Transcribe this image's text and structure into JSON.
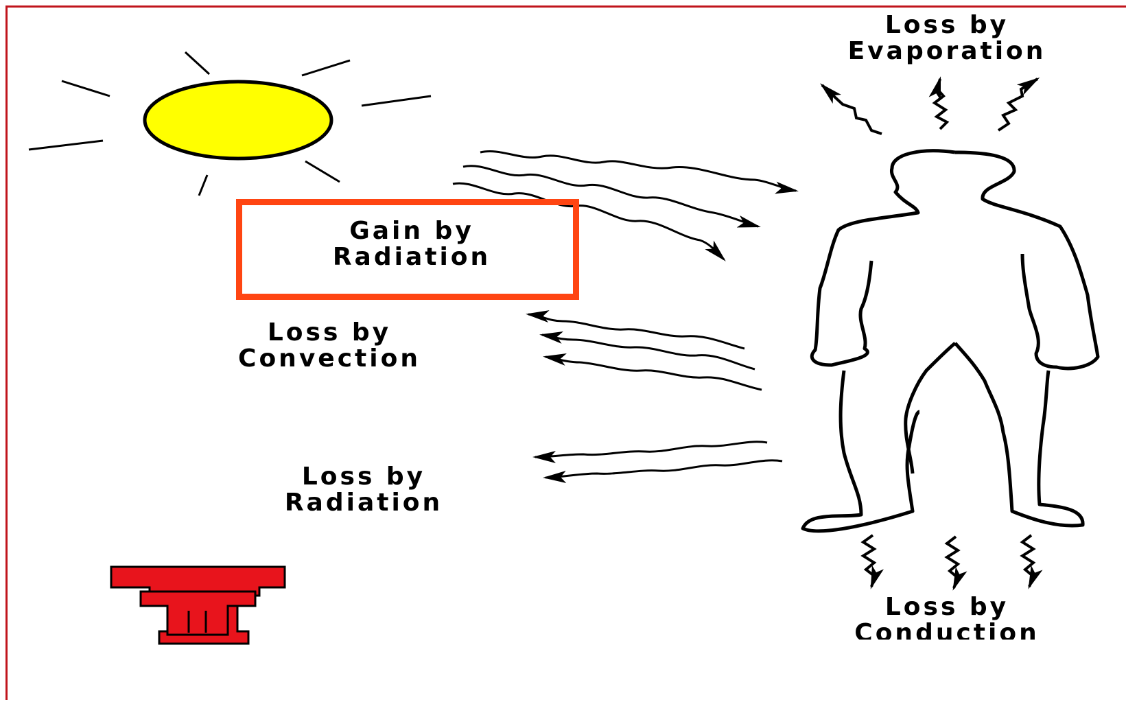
{
  "labels": {
    "evaporation": {
      "line1": "Loss by",
      "line2": "Evaporation"
    },
    "gain_radiation": {
      "line1": "Gain by",
      "line2": "Radiation"
    },
    "convection": {
      "line1": "Loss by",
      "line2": "Convection"
    },
    "loss_radiation": {
      "line1": "Loss by",
      "line2": "Radiation"
    },
    "conduction": {
      "line1": "Loss by",
      "line2": "Conduction"
    }
  },
  "colors": {
    "frame": "#c0141c",
    "highlight": "#ff4512",
    "sun_fill": "#ffff00",
    "logo_red": "#e8141c"
  },
  "icons": {
    "sun": "sun-icon",
    "person": "person-outline-icon",
    "logo": "double-t-logo-icon"
  }
}
